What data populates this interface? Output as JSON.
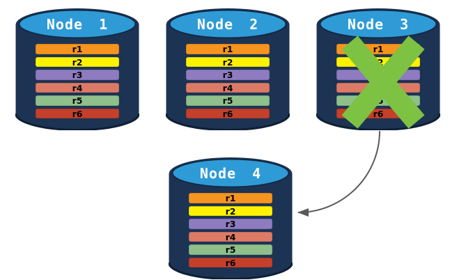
{
  "diagram": {
    "description": "database replication failover diagram",
    "nodes": [
      {
        "label": "Node 1",
        "status": "active",
        "records": [
          {
            "label": "r1",
            "color": "#F7941E"
          },
          {
            "label": "r2",
            "color": "#FFF200"
          },
          {
            "label": "r3",
            "color": "#8E7BC0"
          },
          {
            "label": "r4",
            "color": "#DD7A66"
          },
          {
            "label": "r5",
            "color": "#8FBF8A"
          },
          {
            "label": "r6",
            "color": "#C4402A"
          }
        ]
      },
      {
        "label": "Node 2",
        "status": "active",
        "records": [
          {
            "label": "r1",
            "color": "#F7941E"
          },
          {
            "label": "r2",
            "color": "#FFF200"
          },
          {
            "label": "r3",
            "color": "#8E7BC0"
          },
          {
            "label": "r4",
            "color": "#DD7A66"
          },
          {
            "label": "r5",
            "color": "#8FBF8A"
          },
          {
            "label": "r6",
            "color": "#C4402A"
          }
        ]
      },
      {
        "label": "Node 3",
        "status": "failed",
        "records": [
          {
            "label": "r1",
            "color": "#F7941E"
          },
          {
            "label": "r2",
            "color": "#FFF200"
          },
          {
            "label": "r3",
            "color": "#8E7BC0"
          },
          {
            "label": "r4",
            "color": "#DD7A66"
          },
          {
            "label": "r5",
            "color": "#8FBF8A"
          },
          {
            "label": "r6",
            "color": "#C4402A"
          }
        ]
      },
      {
        "label": "Node 4",
        "status": "active",
        "records": [
          {
            "label": "r1",
            "color": "#F7941E"
          },
          {
            "label": "r2",
            "color": "#FFF200"
          },
          {
            "label": "r3",
            "color": "#8E7BC0"
          },
          {
            "label": "r4",
            "color": "#DD7A66"
          },
          {
            "label": "r5",
            "color": "#8FBF8A"
          },
          {
            "label": "r6",
            "color": "#C4402A"
          }
        ]
      }
    ],
    "annotations": {
      "failure_x": {
        "icon": "x-mark",
        "on_node": "Node 3",
        "color": "#7DC242"
      },
      "failover_arrow": {
        "icon": "curved-arrow",
        "from": "Node 3",
        "to": "Node 4",
        "color": "#595959"
      }
    },
    "colors": {
      "cylinder_body": "#1D3354",
      "cylinder_top": "#2E9BD6",
      "cylinder_outline": "#132942",
      "node_label_text": "#FFFFFF",
      "record_text": "#000000",
      "background": "#FFFFFF"
    }
  }
}
